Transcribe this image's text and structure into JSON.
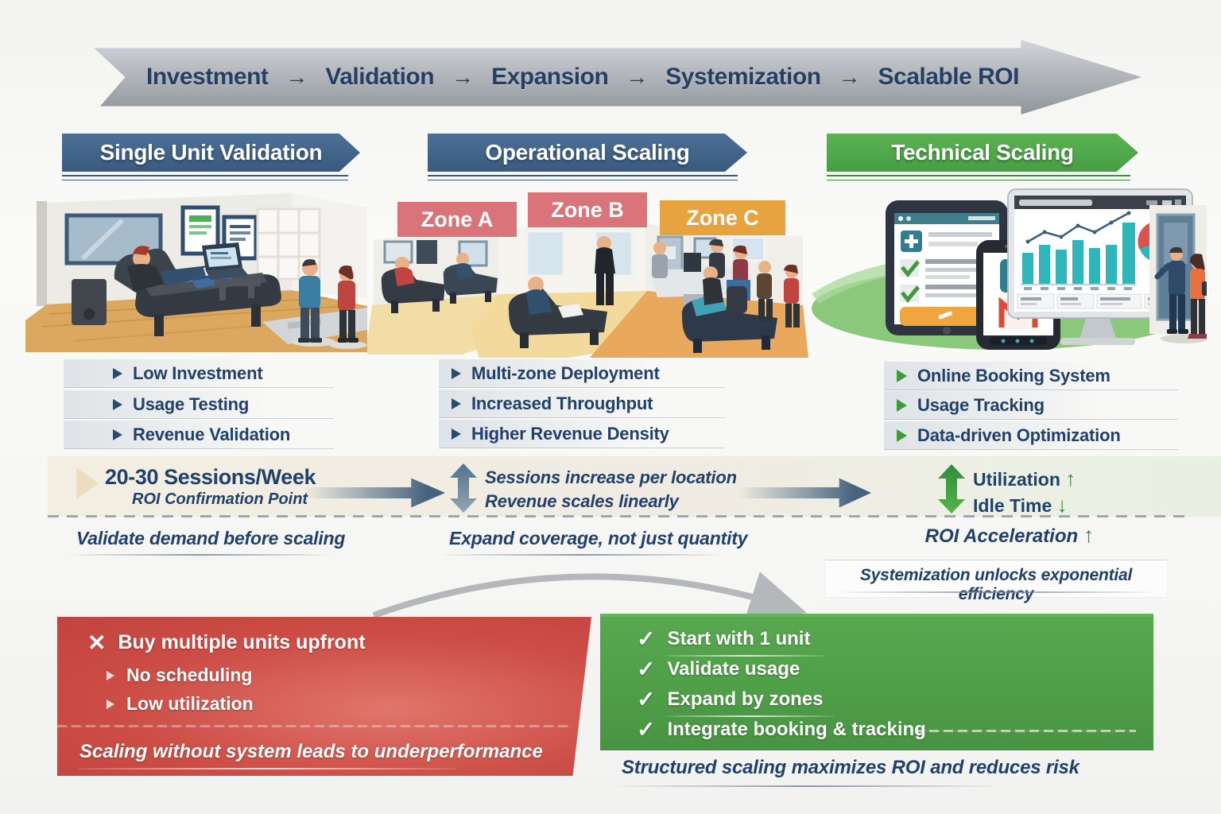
{
  "flow": {
    "steps": [
      "Investment",
      "Validation",
      "Expansion",
      "Systemization",
      "Scalable ROI"
    ],
    "arrow_glyph": "→"
  },
  "columns": [
    {
      "header": "Single Unit Validation",
      "bullets": [
        "Low Investment",
        "Usage Testing",
        "Revenue Validation"
      ],
      "metric_title": "20-30 Sessions/Week",
      "metric_subtitle": "ROI Confirmation Point",
      "tagline": "Validate demand before scaling"
    },
    {
      "header": "Operational Scaling",
      "zone_labels": [
        "Zone A",
        "Zone B",
        "Zone C"
      ],
      "bullets": [
        "Multi-zone Deployment",
        "Increased Throughput",
        "Higher Revenue Density"
      ],
      "metric_line1": "Sessions increase per location",
      "metric_line2": "Revenue scales linearly",
      "tagline": "Expand coverage, not just quantity"
    },
    {
      "header": "Technical Scaling",
      "bullets": [
        "Online Booking System",
        "Usage Tracking",
        "Data-driven Optimization"
      ],
      "metric_line1": "Utilization",
      "metric_line1_arrow": "↑",
      "metric_line2": "Idle Time",
      "metric_line2_arrow": "↓",
      "roi_label": "ROI Acceleration",
      "roi_arrow": "↑",
      "tagline": "Systemization unlocks exponential efficiency"
    }
  ],
  "bottom": {
    "dont": {
      "mark": "✕",
      "lead_item": "Buy multiple units upfront",
      "items": [
        "No scheduling",
        "Low utilization"
      ],
      "tagline": "Scaling without system leads to underperformance"
    },
    "do": {
      "mark": "✓",
      "items": [
        "Start with 1 unit",
        "Validate usage",
        "Expand by zones",
        "Integrate booking & tracking"
      ],
      "tagline": "Structured scaling maximizes ROI and reduces risk"
    }
  },
  "colors": {
    "navy_text": "#21406a",
    "banner_blue": "#3f6388",
    "banner_green": "#4da347",
    "zone_red": "#d8747a",
    "zone_orange": "#e7a33f",
    "dont_red": "#cc4c44",
    "do_green": "#4f9e48",
    "accent_green": "#2f8f3c"
  }
}
